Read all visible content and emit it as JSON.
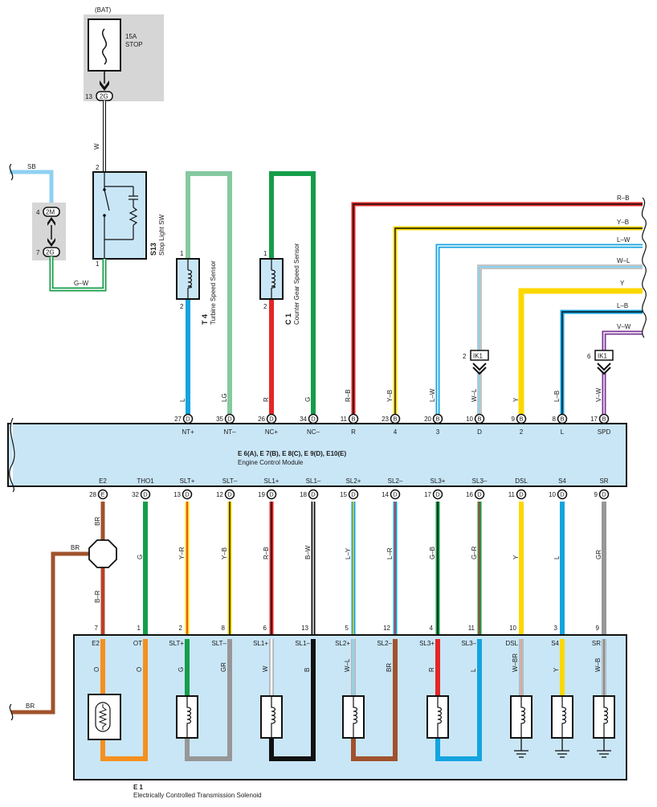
{
  "bat": "(BAT)",
  "fuse": {
    "rating": "15A",
    "name": "STOP"
  },
  "j2G_top": {
    "pin": "13",
    "id": "2G"
  },
  "wire_w": "W",
  "sb_wire": "SB",
  "j2M": {
    "pin": "4",
    "id": "2M"
  },
  "j2G_left": {
    "pin": "7",
    "id": "2G"
  },
  "gw_wire": "G–W",
  "stop_sw": {
    "pin_top": "2",
    "pin_bottom": "1",
    "code": "S13",
    "name": "Stop Light SW"
  },
  "turbine": {
    "pin1": "1",
    "pin2": "2",
    "code": "T 4",
    "name": "Turbine Speed Sensor"
  },
  "counter": {
    "pin1": "1",
    "pin2": "2",
    "code": "C 1",
    "name": "Counter Gear Speed Sensor"
  },
  "right_wires": [
    "R–B",
    "Y–B",
    "L–W",
    "W–L",
    "Y",
    "L–B",
    "V–W"
  ],
  "ik1_left": {
    "pin": "2",
    "id": "IK1"
  },
  "ik1_right": {
    "pin": "6",
    "id": "IK1"
  },
  "ecm": {
    "title": "E 6(A), E 7(B), E 8(C), E 9(D), E10(E)",
    "subtitle": "Engine Control Module",
    "top_pins": [
      {
        "color": "L",
        "num": "27",
        "conn": "D",
        "name": "NT+"
      },
      {
        "color": "LG",
        "num": "35",
        "conn": "D",
        "name": "NT–"
      },
      {
        "color": "R",
        "num": "26",
        "conn": "D",
        "name": "NC+"
      },
      {
        "color": "G",
        "num": "34",
        "conn": "D",
        "name": "NC–"
      },
      {
        "color": "R–B",
        "num": "11",
        "conn": "B",
        "name": "R"
      },
      {
        "color": "Y–B",
        "num": "23",
        "conn": "B",
        "name": "4"
      },
      {
        "color": "L–W",
        "num": "20",
        "conn": "B",
        "name": "3"
      },
      {
        "color": "W–L",
        "num": "10",
        "conn": "B",
        "name": "D"
      },
      {
        "color": "Y",
        "num": "9",
        "conn": "B",
        "name": "2"
      },
      {
        "color": "L–B",
        "num": "8",
        "conn": "B",
        "name": "L"
      },
      {
        "color": "V–W",
        "num": "17",
        "conn": "B",
        "name": "SPD"
      }
    ],
    "bottom_pins": [
      {
        "name": "E2",
        "num": "28",
        "conn": "E",
        "color": "BR"
      },
      {
        "name": "THO1",
        "num": "32",
        "conn": "D",
        "color": "G"
      },
      {
        "name": "SLT+",
        "num": "13",
        "conn": "D",
        "color": "Y–R"
      },
      {
        "name": "SLT–",
        "num": "12",
        "conn": "D",
        "color": "Y–B"
      },
      {
        "name": "SL1+",
        "num": "19",
        "conn": "D",
        "color": "R–B"
      },
      {
        "name": "SL1–",
        "num": "18",
        "conn": "D",
        "color": "B–W"
      },
      {
        "name": "SL2+",
        "num": "15",
        "conn": "D",
        "color": "L–Y"
      },
      {
        "name": "SL2–",
        "num": "14",
        "conn": "D",
        "color": "L–R"
      },
      {
        "name": "SL3+",
        "num": "17",
        "conn": "D",
        "color": "G–B"
      },
      {
        "name": "SL3–",
        "num": "16",
        "conn": "D",
        "color": "G–R"
      },
      {
        "name": "DSL",
        "num": "11",
        "conn": "D",
        "color": "Y"
      },
      {
        "name": "S4",
        "num": "10",
        "conn": "D",
        "color": "L"
      },
      {
        "name": "SR",
        "num": "9",
        "conn": "D",
        "color": "GR"
      }
    ]
  },
  "br_left": "BR",
  "br_junction": "B–R",
  "br_bottom": "BR",
  "solenoid": {
    "code": "E 1",
    "name": "Electrically Controlled Transmission Solenoid",
    "pins": [
      {
        "num": "7",
        "name": "E2",
        "color": "O"
      },
      {
        "num": "1",
        "name": "OT",
        "color": "O"
      },
      {
        "num": "2",
        "name": "SLT+",
        "color": "G"
      },
      {
        "num": "8",
        "name": "SLT–",
        "color": "GR"
      },
      {
        "num": "6",
        "name": "SL1+",
        "color": "W"
      },
      {
        "num": "13",
        "name": "SL1–",
        "color": "B"
      },
      {
        "num": "5",
        "name": "SL2+",
        "color": "W–L"
      },
      {
        "num": "12",
        "name": "SL2–",
        "color": "BR"
      },
      {
        "num": "4",
        "name": "SL3+",
        "color": "R"
      },
      {
        "num": "11",
        "name": "SL3–",
        "color": "L"
      },
      {
        "num": "10",
        "name": "DSL",
        "color": "W–BR"
      },
      {
        "num": "3",
        "name": "S4",
        "color": "Y"
      },
      {
        "num": "9",
        "name": "SR",
        "color": "W–B"
      }
    ]
  },
  "colors": {
    "box_fill": "#c9e6f7",
    "gray_box": "#d6d6d6",
    "red": "#e32626",
    "yellow": "#fcd800",
    "blue": "#14a4e0",
    "green": "#149e4a",
    "light_green": "#86c9a0",
    "brown": "#a0522d",
    "orange": "#f5901e",
    "purple": "#7a3694",
    "gray": "#979797",
    "black": "#111111"
  }
}
